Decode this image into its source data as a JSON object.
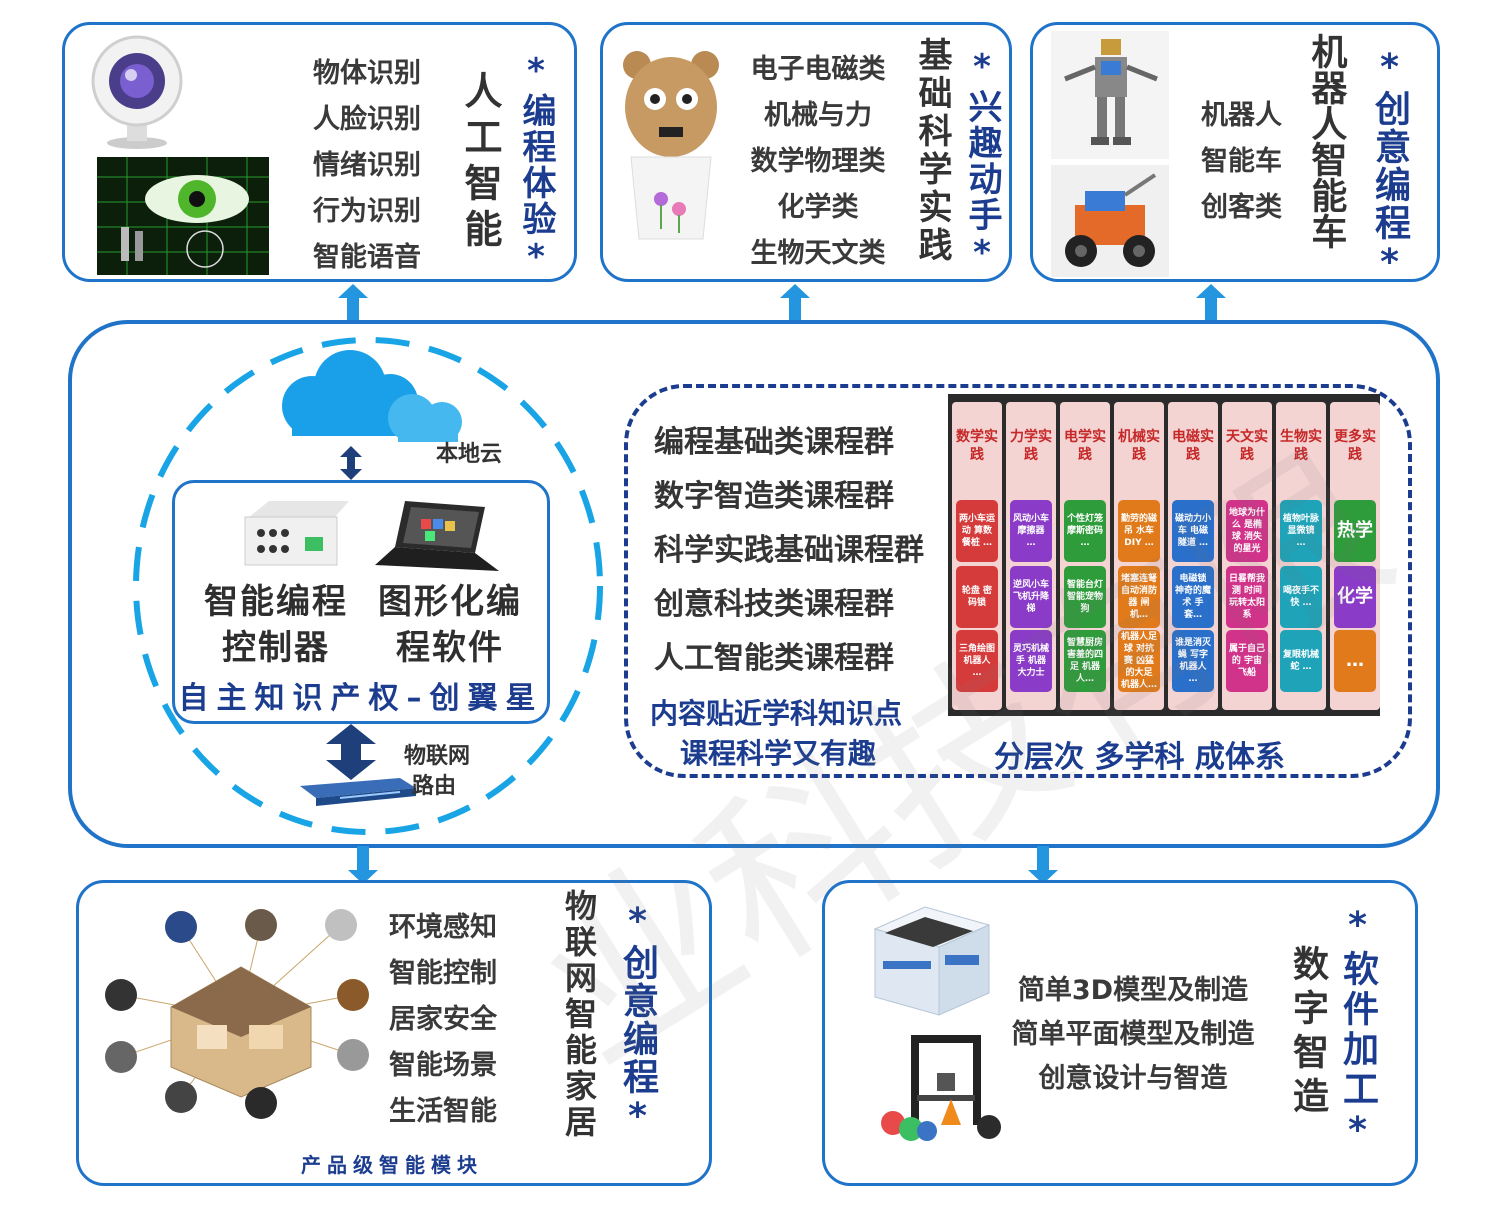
{
  "colors": {
    "frame": "#1f73c9",
    "accent_blue": "#1c3d8f",
    "dashed": "#19a4e6",
    "course_bg": "#2b2b2b"
  },
  "ai": {
    "items": [
      "物体识别",
      "人脸识别",
      "情绪识别",
      "行为识别",
      "智能语音"
    ],
    "title": "人工智能",
    "tag": "*编程体验*"
  },
  "science": {
    "items": [
      "电子电磁类",
      "机械与力",
      "数学物理类",
      "化学类",
      "生物天文类"
    ],
    "title": "基础科学实践",
    "tag": "*兴趣动手*"
  },
  "robot": {
    "items": [
      "机器人",
      "智能车",
      "创客类"
    ],
    "title": "机器人智能车",
    "tag": "*创意编程*"
  },
  "center": {
    "cloud_label": "本地云",
    "controller_label": "智能编程控制器",
    "software_label": "图形化编程软件",
    "brand": "自主知识产权–创翼星",
    "router_label_1": "物联网",
    "router_label_2": "路由",
    "courses": [
      "编程基础类课程群",
      "数字智造类课程群",
      "科学实践基础课程群",
      "创意科技类课程群",
      "人工智能类课程群"
    ],
    "slogan_1": "内容贴近学科知识点",
    "slogan_2": "课程科学又有趣",
    "slogan_3": "分层次 多学科 成体系"
  },
  "course_grid": [
    {
      "title": "数学实践",
      "cells": [
        {
          "text": "两小车运动 算数餐桩 …",
          "color": "#d63b3b"
        },
        {
          "text": "轮盘 密码锁",
          "color": "#d63b3b"
        },
        {
          "text": "三角绘图 机器人 …",
          "color": "#d63b3b"
        }
      ]
    },
    {
      "title": "力学实践",
      "cells": [
        {
          "text": "风动小车 摩擦器 …",
          "color": "#8a3bc7"
        },
        {
          "text": "逆风小车 飞机升降梯",
          "color": "#8a3bc7"
        },
        {
          "text": "灵巧机械手 机器大力士",
          "color": "#8a3bc7"
        }
      ]
    },
    {
      "title": "电学实践",
      "cells": [
        {
          "text": "个性灯笼 摩斯密码 …",
          "color": "#2e9c3a"
        },
        {
          "text": "智能台灯 智能宠物狗",
          "color": "#2e9c3a"
        },
        {
          "text": "智慧厨房 害羞的四足 机器人…",
          "color": "#2e9c3a"
        }
      ]
    },
    {
      "title": "机械实践",
      "cells": [
        {
          "text": "勤劳的磁吊 水车DIY …",
          "color": "#e07a1a"
        },
        {
          "text": "堵塞连弩 自动消防器 闸机…",
          "color": "#e07a1a"
        },
        {
          "text": "机器人足球 对抗赛 凶猛的大足 机器人…",
          "color": "#e07a1a"
        }
      ]
    },
    {
      "title": "电磁实践",
      "cells": [
        {
          "text": "磁动力小车 电磁隧道 …",
          "color": "#2a6fc9"
        },
        {
          "text": "电磁锁 神奇的魔术 手套…",
          "color": "#2a6fc9"
        },
        {
          "text": "谁是消灭蝇 写字机器人 …",
          "color": "#2a6fc9"
        }
      ]
    },
    {
      "title": "天文实践",
      "cells": [
        {
          "text": "地球为什么 是椭球 消失的星光",
          "color": "#d1338a"
        },
        {
          "text": "日晷帮我测 时间 玩转太阳系",
          "color": "#d1338a"
        },
        {
          "text": "属于自己的 宇宙飞船",
          "color": "#d1338a"
        }
      ]
    },
    {
      "title": "生物实践",
      "cells": [
        {
          "text": "植物叶脉 显微镜 …",
          "color": "#1ea3b8"
        },
        {
          "text": "喝夜手不快 …",
          "color": "#1ea3b8"
        },
        {
          "text": "复眼机械蛇 …",
          "color": "#1ea3b8"
        }
      ]
    },
    {
      "title": "更多实践",
      "cells": [
        {
          "text": "热学",
          "color": "#2e9c3a"
        },
        {
          "text": "化学",
          "color": "#8a3bc7"
        },
        {
          "text": "…",
          "color": "#e07a1a"
        }
      ]
    }
  ],
  "iot": {
    "items": [
      "环境感知",
      "智能控制",
      "居家安全",
      "智能场景",
      "生活智能"
    ],
    "title": "物联网智能家居",
    "tag": "*创意编程*",
    "footer": "产品级智能模块"
  },
  "fab": {
    "items": [
      "简单3D模型及制造",
      "简单平面模型及制造",
      "创意设计与智造"
    ],
    "title": "数字智造",
    "tag": "*软件加工*"
  },
  "watermark": "业科技有限"
}
